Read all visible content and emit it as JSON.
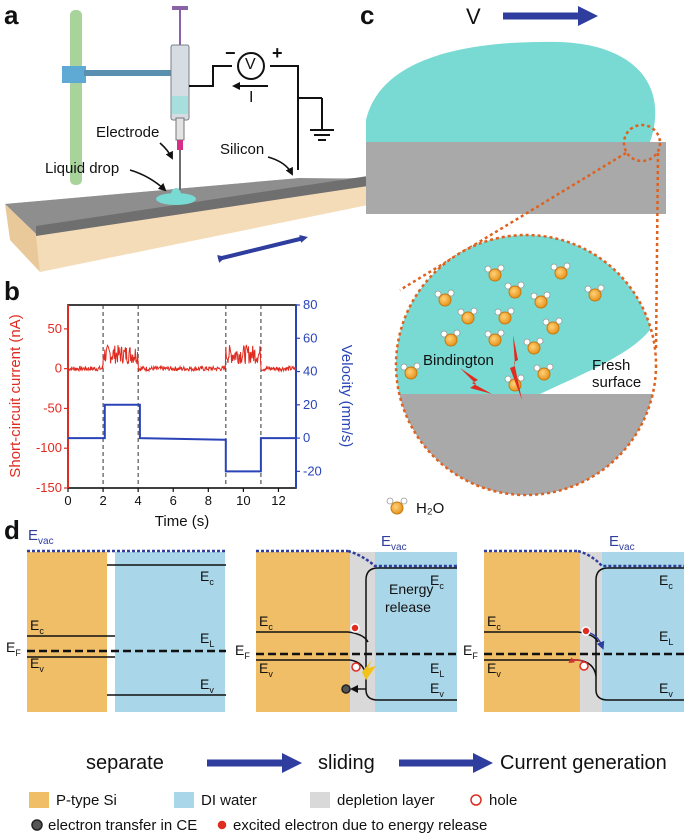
{
  "panels": {
    "a": "a",
    "b": "b",
    "c": "c",
    "d": "d"
  },
  "panel_a": {
    "electrode": "Electrode",
    "liquid_drop": "Liquid drop",
    "silicon": "Silicon",
    "voltmeter": "V",
    "current": "I",
    "minus": "−",
    "plus": "+"
  },
  "panel_c": {
    "velocity": "V",
    "bindington": "Bindington",
    "fresh1": "Fresh",
    "fresh2": "surface",
    "h2o": "H₂O"
  },
  "panel_d": {
    "separate": "separate",
    "sliding": "sliding",
    "current_generation": "Current generation",
    "energy1": "Energy",
    "energy2": "release",
    "evac": "E",
    "evac_sub": "vac",
    "ec": "E",
    "ec_sub": "c",
    "ev": "E",
    "ev_sub": "v",
    "el": "E",
    "el_sub": "L",
    "ef": "E",
    "ef_sub": "F"
  },
  "legend": {
    "ptype": "P-type Si",
    "di": "DI water",
    "depletion": "depletion layer",
    "hole": "hole",
    "etransfer": "electron transfer in CE",
    "excited": "excited electron due to energy release"
  },
  "colors": {
    "ptype": "#F0BE66",
    "water": "#A9D6E8",
    "depletion": "#D9D9D9",
    "drop": "#78DAD2",
    "arrow": "#2E3D9E",
    "current_red": "#E02B20",
    "velocity_blue": "#2A44B8",
    "slab_top": "#8E8E8E",
    "slab_base": "#F5DCB8"
  },
  "chart_data": {
    "type": "line",
    "xlabel": "Time (s)",
    "ylabel": "Short-circuit current (nA)",
    "ylabel2": "Velocity (mm/s)",
    "xlim": [
      0,
      13
    ],
    "ylim": [
      -150,
      80
    ],
    "ylim2": [
      -30,
      80
    ],
    "xticks": [
      "0",
      "2",
      "4",
      "6",
      "8",
      "10",
      "12"
    ],
    "yticks": [
      "50",
      "0",
      "-50",
      "-100",
      "-150"
    ],
    "y2ticks": [
      "80",
      "60",
      "40",
      "20",
      "0",
      "-20"
    ],
    "dashed_lines_x": [
      2,
      4,
      9,
      11
    ],
    "series": [
      {
        "axis": "left",
        "x": [
          0,
          2,
          2.05,
          4,
          4.05,
          9,
          9.05,
          11,
          11.05,
          13
        ],
        "y": [
          0,
          0,
          20,
          20,
          0,
          0,
          20,
          20,
          0,
          0
        ],
        "noise_baseline": 3,
        "noise_active": 12
      },
      {
        "axis": "right",
        "x": [
          0,
          2.1,
          2.1,
          4.1,
          4.1,
          8.9,
          9.0,
          9.0,
          11.0,
          11.0,
          13
        ],
        "y": [
          0,
          0,
          20,
          20,
          0,
          -1,
          -1,
          -20,
          -20,
          0,
          0
        ]
      }
    ]
  }
}
